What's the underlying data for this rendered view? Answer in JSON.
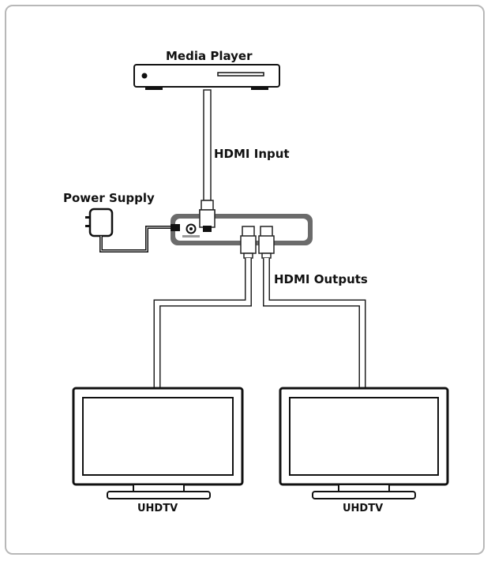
{
  "labels": {
    "media_player": "Media Player",
    "hdmi_input": "HDMI Input",
    "power_supply": "Power Supply",
    "hdmi_outputs": "HDMI Outputs",
    "tv_left": "UHDTV",
    "tv_right": "UHDTV"
  },
  "colors": {
    "frame": "#b8b8b8",
    "device_outline": "#111111",
    "splitter_housing": "#6b6b6b",
    "cable_outline": "#222222",
    "cable_fill": "#ffffff"
  },
  "icons": [
    "media-player-device",
    "hdmi-connector",
    "power-adapter",
    "hdmi-splitter",
    "tv-monitor"
  ]
}
